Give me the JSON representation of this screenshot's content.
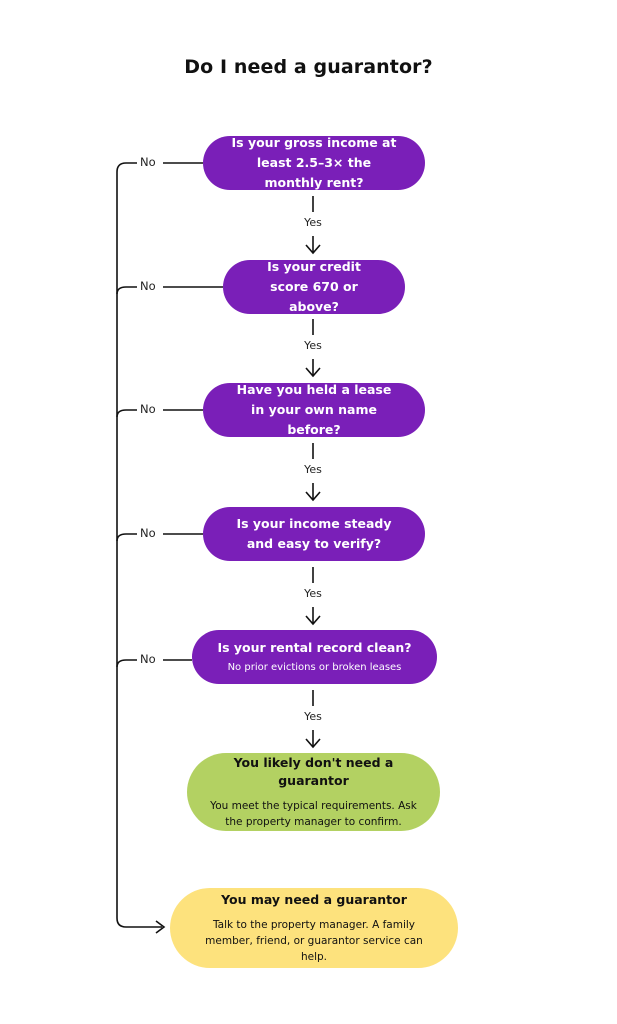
{
  "title": "Do I need a guarantor?",
  "questions": [
    {
      "text": "Is your gross income at least 2.5–3× the monthly rent?",
      "no_label": "No",
      "yes_label": "Yes"
    },
    {
      "text": "Is your credit score 670 or above?",
      "no_label": "No",
      "yes_label": "Yes"
    },
    {
      "text": "Have you held a lease in your own name before?",
      "no_label": "No",
      "yes_label": "Yes"
    },
    {
      "text": "Is your income steady and easy to verify?",
      "no_label": "No",
      "yes_label": "Yes"
    },
    {
      "text": "Is your rental record clean?",
      "sub": "No prior evictions or broken leases",
      "no_label": "No",
      "yes_label": "Yes"
    }
  ],
  "outcome_yes": {
    "title": "You likely don't need a guarantor",
    "text": "You meet the typical requirements. Ask the property manager to confirm."
  },
  "outcome_no": {
    "title": "You may need a guarantor",
    "text": "Talk to the property manager. A family member, friend, or guarantor service can help."
  },
  "colors": {
    "question": "#7a1fb8",
    "outcome_yes": "#b3d162",
    "outcome_no": "#fde27d"
  }
}
